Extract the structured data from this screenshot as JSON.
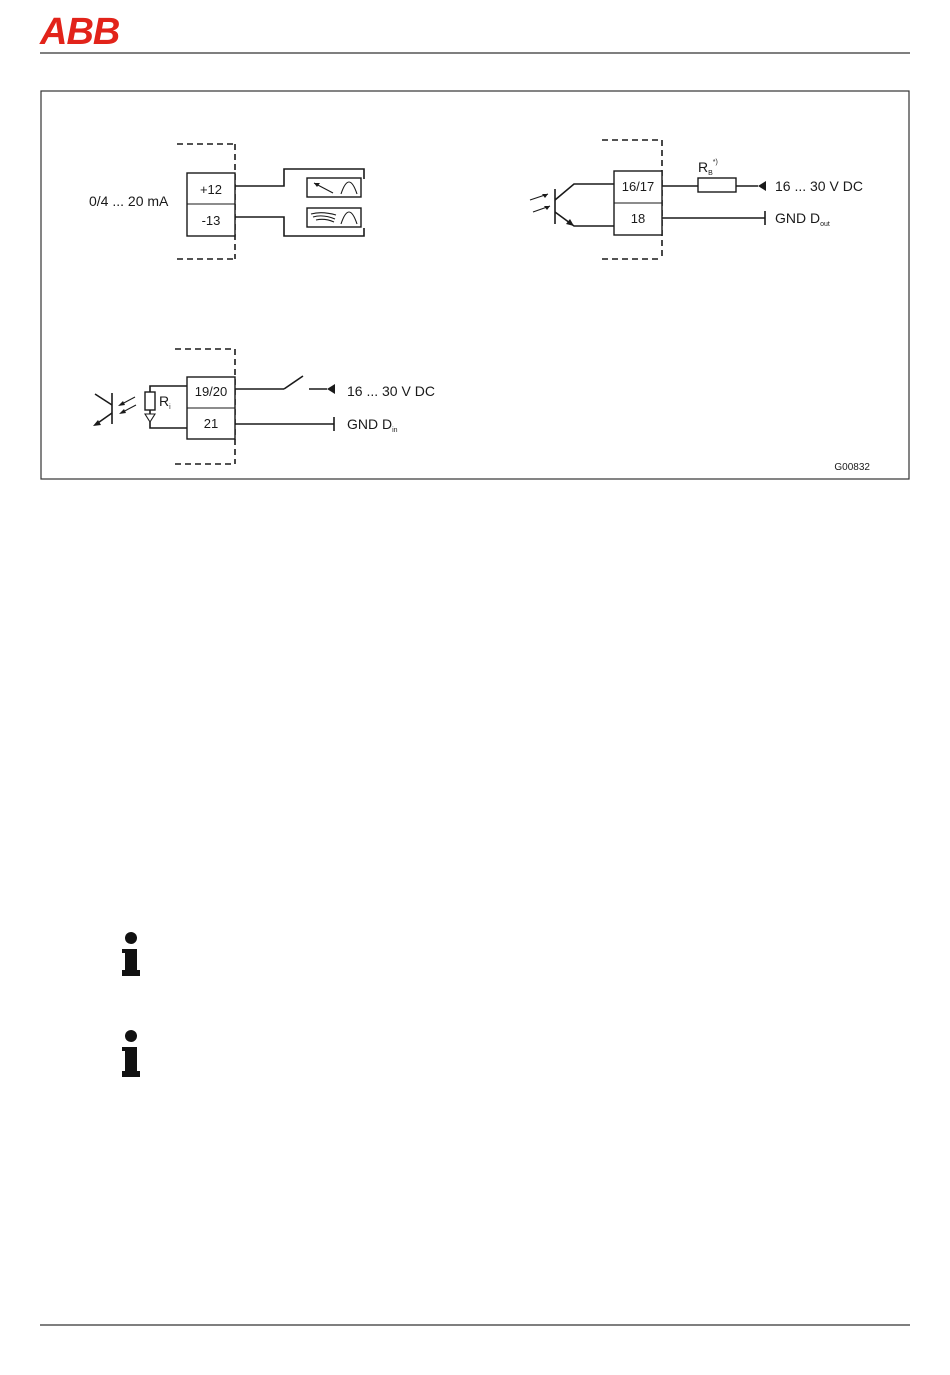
{
  "header": {
    "logo_text": "ABB",
    "logo_color": "#e2231a"
  },
  "figure": {
    "code": "G00832",
    "current_output": {
      "label": "0/4 ... 20 mA",
      "terminals": [
        "+12",
        "-13"
      ]
    },
    "digital_output": {
      "terminals": [
        "16/17",
        "18"
      ],
      "resistor": {
        "base": "R",
        "sub": "B",
        "sup": "*)"
      },
      "supply": "16 ... 30 V DC",
      "ground": {
        "base": "GND D",
        "sub": "out"
      }
    },
    "digital_input": {
      "terminals": [
        "19/20",
        "21"
      ],
      "resistor": {
        "base": "R",
        "sub": "i"
      },
      "supply": "16 ... 30 V DC",
      "ground": {
        "base": "GND D",
        "sub": "in"
      }
    }
  },
  "notes": [
    {
      "icon": "info-icon"
    },
    {
      "icon": "info-icon"
    }
  ]
}
